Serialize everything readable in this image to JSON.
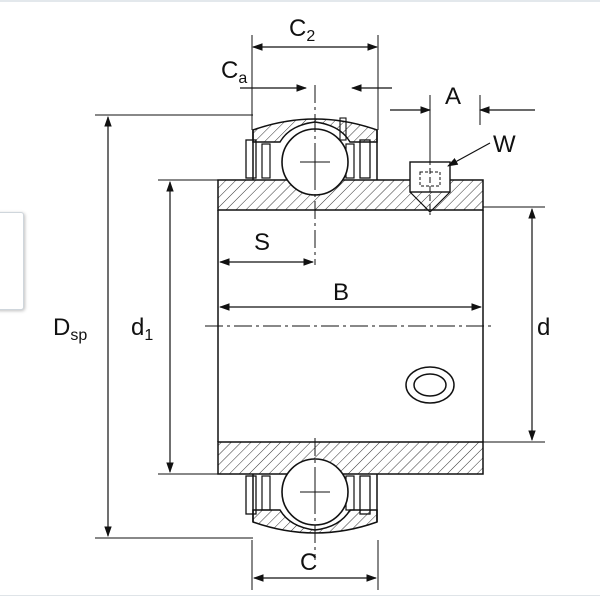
{
  "diagram": {
    "dimension_labels": {
      "c2": {
        "main": "C",
        "sub": "2"
      },
      "ca": {
        "main": "C",
        "sub": "a"
      },
      "a": "A",
      "w": "W",
      "s": "S",
      "b": "B",
      "dsp": {
        "main": "D",
        "sub": "sp"
      },
      "d1": {
        "main": "d",
        "sub": "1"
      },
      "d": "d",
      "c": "C"
    },
    "colors": {
      "line": "#111111",
      "hatch": "#333333",
      "background": "#ffffff",
      "tab_border": "#cfd6dc"
    }
  }
}
